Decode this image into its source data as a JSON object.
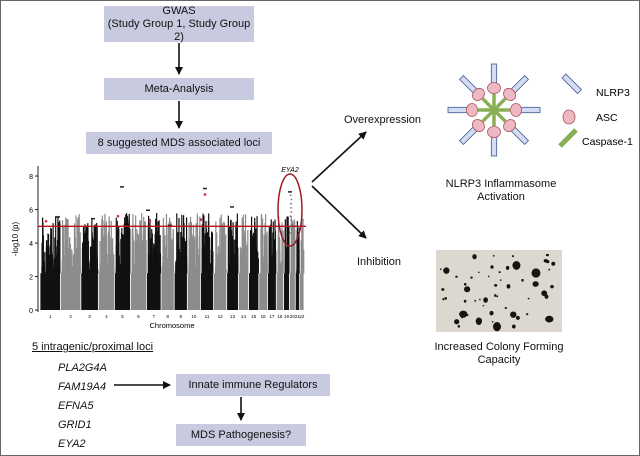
{
  "flow": {
    "gwas_title": "GWAS",
    "gwas_sub": "(Study Group 1, Study Group 2)",
    "meta": "Meta-Analysis",
    "loci": "8 suggested MDS associated loci"
  },
  "manhattan": {
    "ylabel": "-log10 (p)",
    "xlabel": "Chromosome",
    "yticks": [
      "8",
      "6",
      "4",
      "2",
      "0"
    ],
    "chromosomes": [
      "1",
      "2",
      "3",
      "4",
      "5",
      "6",
      "7",
      "8",
      "9",
      "10",
      "11",
      "12",
      "13",
      "14",
      "15",
      "16",
      "17",
      "18",
      "19",
      "20",
      "21",
      "22"
    ],
    "highlight_gene": "EYA2",
    "threshold": 5,
    "ylim": [
      0,
      8.6
    ],
    "colors": {
      "odd": "#111111",
      "even": "#8c8c8c",
      "threshold": "#b5121b",
      "highlight": "#d62b3c"
    }
  },
  "genes": {
    "title": "5 intragenic/proximal loci",
    "list": [
      "PLA2G4A",
      "FAM19A4",
      "EFNA5",
      "GRID1",
      "EYA2"
    ]
  },
  "outcomes": {
    "regulators": "Innate immune Regulators",
    "pathogenesis": "MDS Pathogenesis?"
  },
  "branches": {
    "overexpression": "Overexpression",
    "inhibition": "Inhibition"
  },
  "inflammasome": {
    "legend": [
      "NLRP3",
      "ASC",
      "Caspase-1"
    ],
    "caption_line1": "NLRP3 Inflammasome",
    "caption_line2": "Activation",
    "colors": {
      "nlrp3_fill": "#d3dcf0",
      "nlrp3_stroke": "#3d5a94",
      "asc_fill": "#efb9c4",
      "asc_stroke": "#a6545f",
      "casp": "#8aae55"
    }
  },
  "colony": {
    "caption_line1": "Increased Colony Forming",
    "caption_line2": "Capacity"
  },
  "colors": {
    "box": "#c8cbe0",
    "arrow": "#111111"
  }
}
